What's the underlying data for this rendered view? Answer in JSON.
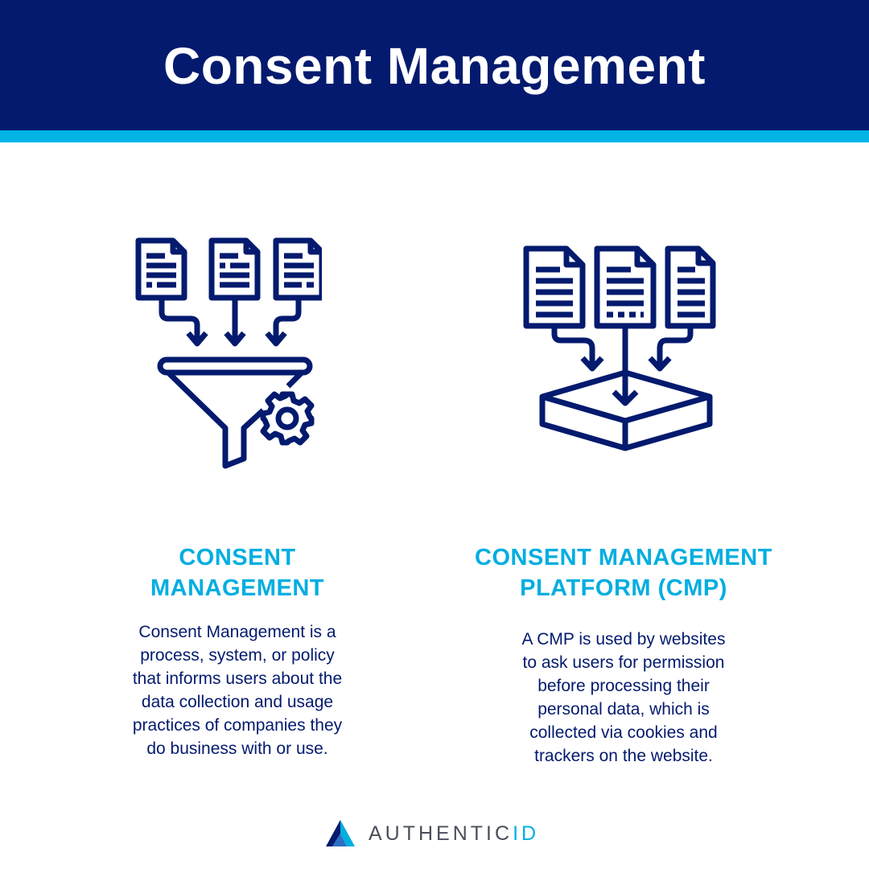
{
  "header": {
    "title": "Consent Management",
    "background_color": "#031a6e",
    "accent_color": "#00b4e6"
  },
  "columns": [
    {
      "icon": "documents-funnel-gear-icon",
      "heading_lines": [
        "CONSENT",
        "MANAGEMENT"
      ],
      "body_lines": [
        "Consent Management is a",
        "process, system, or policy",
        "that informs users about the",
        "data collection and usage",
        "practices of companies they",
        "do business with or use."
      ]
    },
    {
      "icon": "documents-box-icon",
      "heading_lines": [
        "CONSENT MANAGEMENT",
        "PLATFORM (CMP)"
      ],
      "body_lines": [
        "A CMP is used by websites",
        "to ask users for permission",
        "before processing their",
        "personal data, which is",
        "collected via cookies and",
        "trackers on the website."
      ]
    }
  ],
  "brand": {
    "logo_icon": "authenticid-logo-icon",
    "name_part1": "AUTHENTIC",
    "name_part2": "ID",
    "color_dark": "#4a4f5a",
    "color_accent": "#00aee0"
  },
  "colors": {
    "icon_stroke": "#031a6e",
    "heading": "#00aee0",
    "body_text": "#031a6e"
  }
}
